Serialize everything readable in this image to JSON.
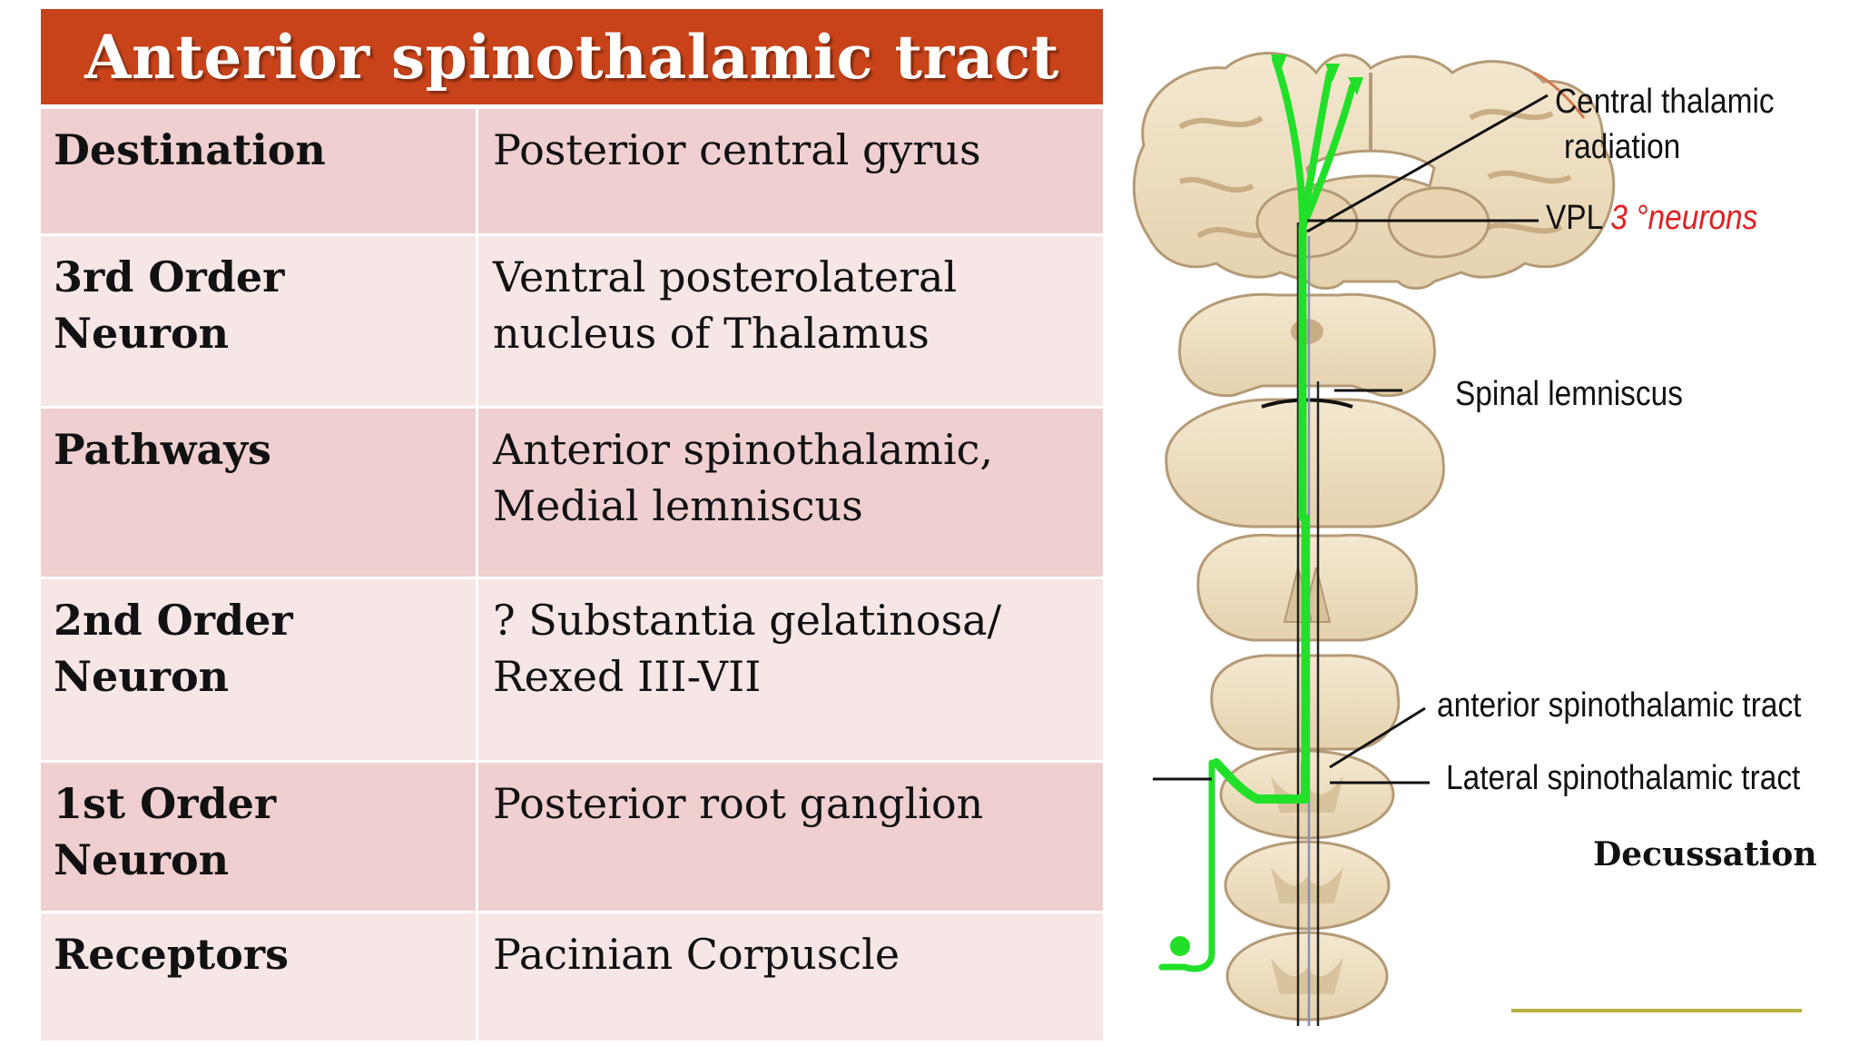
{
  "title": "Anterior spinothalamic tract",
  "rows": [
    {
      "label": "Destination",
      "value": "Posterior central gyrus"
    },
    {
      "label": "3rd Order Neuron",
      "value": "Ventral posterolateral nucleus of Thalamus"
    },
    {
      "label": "Pathways",
      "value": "Anterior spinothalamic, Medial lemniscus"
    },
    {
      "label": "2nd Order Neuron",
      "value": "? Substantia gelatinosa/ Rexed III-VII"
    },
    {
      "label": "1st Order Neuron",
      "value": "Posterior root ganglion"
    },
    {
      "label": "Receptors",
      "value": "Pacinian Corpuscle"
    }
  ],
  "diagram": {
    "labels": {
      "central_thalamic_1": "Central thalamic",
      "central_thalamic_2": "radiation",
      "vpl": "VPL",
      "neurons": "3 °neurons",
      "spinal_lemniscus": "Spinal lemniscus",
      "anterior_tract": "anterior spinothalamic tract",
      "lateral_tract": "Lateral spinothalamic tract",
      "decussation": "Decussation"
    },
    "colors": {
      "tract_green": "#22e02a",
      "tissue": "#efe0c4",
      "tissue_outline": "#b49a76",
      "header_orange": "#c8431a",
      "underline_olive": "#b8b040"
    }
  }
}
